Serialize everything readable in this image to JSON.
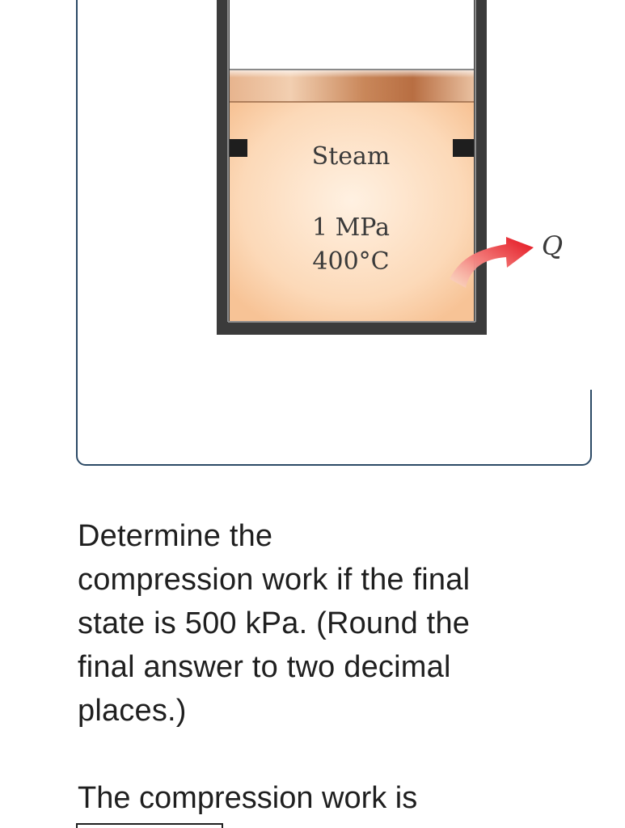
{
  "figure": {
    "steam_label": "Steam",
    "pressure_label": "1 MPa",
    "temperature_label": "400°C",
    "heat_label": "Q"
  },
  "question": {
    "lines": [
      "Determine the",
      "compression work if the final",
      "state is 500 kPa. (Round the",
      "final answer to two decimal",
      "places.)"
    ],
    "answer_lead": "The compression work is",
    "answer_value": ""
  },
  "colors": {
    "card_border": "#2c4a66",
    "cylinder_wall": "#3b3b3b",
    "steam_fill": "#fbd6b3",
    "piston": "#c98a5f",
    "heat_arrow": "#e8202a",
    "text": "#1f1f1f"
  }
}
